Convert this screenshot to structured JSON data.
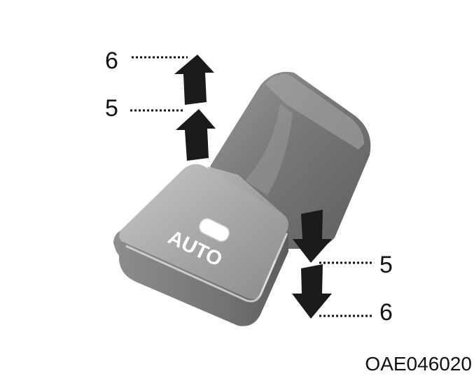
{
  "diagram": {
    "switch_label": "AUTO",
    "callouts": {
      "pull_first": "5",
      "pull_second": "6",
      "push_first": "5",
      "push_second": "6"
    },
    "figure_code": "OAE046020"
  },
  "colors": {
    "arrow": "#1a1a1a",
    "leader_line": "#111111",
    "switch_body_light": "#c9c9c9",
    "switch_body_dark": "#6e6e6e"
  },
  "icons": [
    "arrow-up-icon",
    "arrow-down-icon",
    "indicator-lamp-icon"
  ]
}
